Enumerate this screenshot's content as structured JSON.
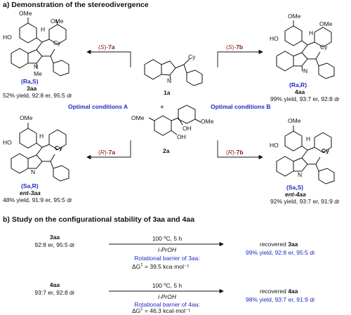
{
  "section_a": {
    "title": "a) Demonstration of the stereodivergence"
  },
  "section_b": {
    "title": "b) Study on the configurational stability of 3aa and 4aa"
  },
  "reagents": {
    "r1_name": "1a",
    "plus": "+",
    "r2_name": "2a"
  },
  "atoms": {
    "ome": "OMe",
    "ho": "HO",
    "oh": "OH",
    "h": "H",
    "cy": "Cy",
    "n": "N",
    "me": "Me"
  },
  "arrows": {
    "tl": {
      "open": "(",
      "stereo": "S",
      "close": ")-",
      "num": "7a"
    },
    "tr": {
      "open": "(",
      "stereo": "S",
      "close": ")-",
      "num": "7b"
    },
    "bl": {
      "open": "(",
      "stereo": "R",
      "close": ")-",
      "num": "7a"
    },
    "br": {
      "open": "(",
      "stereo": "R",
      "close": ")-",
      "num": "7b"
    }
  },
  "conditions": {
    "a": "Optimal conditions A",
    "b": "Optimal conditions B"
  },
  "products": {
    "p3aa": {
      "config": "(Ra,S)",
      "name": "3aa",
      "yield": "52% yield, 92:8 er, 95:5 dr"
    },
    "p4aa": {
      "config": "(Ra,R)",
      "name": "4aa",
      "yield": "99% yield, 93:7 er, 92:8 dr"
    },
    "pent3aa": {
      "config": "(Sa,R)",
      "name": "ent-3aa",
      "yield": "48% yield, 91:9 er, 95:5 dr"
    },
    "pent4aa": {
      "config": "(Sa,S)",
      "name": "ent-4aa",
      "yield": "92% yield, 93:7 er, 91:9 dr"
    }
  },
  "stability": {
    "row1": {
      "name": "3aa",
      "ratio": "92:8 er, 95:5 dr",
      "cond": "100 ºC, 5 h",
      "solvent": "i-PrOH",
      "barrier_label": "Rotational barrier of 3aa:",
      "dg_prefix": "ΔG",
      "dg_value": "= 39.5 kca·mol⁻¹",
      "recovered": "recovered",
      "result": "99% yield, 92:8 er, 95:5 dr"
    },
    "row2": {
      "name": "4aa",
      "ratio": "93:7 er, 92:8 dr",
      "cond": "100 ºC, 5 h",
      "solvent": "i-PrOH",
      "barrier_label": "Rotational barrier of 4aa:",
      "dg_prefix": "ΔG",
      "dg_value": "= 46.3 kcal·mol⁻¹",
      "recovered": "recovered",
      "result": "98% yield, 93:7 er, 91:9 dr"
    }
  }
}
